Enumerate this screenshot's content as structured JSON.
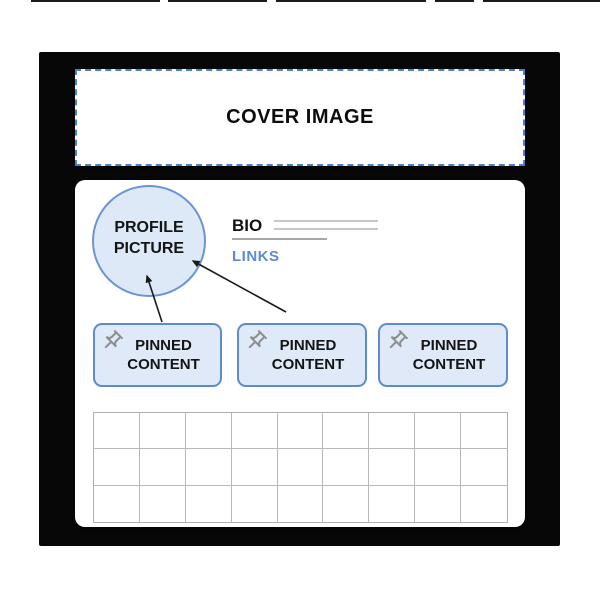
{
  "diagram": {
    "description": "Social profile page layout wireframe",
    "cover": {
      "label": "COVER IMAGE"
    },
    "profile": {
      "label": "PROFILE PICTURE"
    },
    "bio": {
      "label": "BIO",
      "placeholder_lines": 3
    },
    "links": {
      "label": "LINKS"
    },
    "pinned": [
      {
        "label": "PINNED CONTENT",
        "icon": "pushpin-icon"
      },
      {
        "label": "PINNED CONTENT",
        "icon": "pushpin-icon"
      },
      {
        "label": "PINNED CONTENT",
        "icon": "pushpin-icon"
      }
    ],
    "grid": {
      "rows": 3,
      "columns": 9
    },
    "annotations": {
      "arrow_count": 2,
      "arrows_point_to": "PROFILE PICTURE"
    },
    "icons": {
      "pushpin": "tilted outline thumbtack glyph"
    },
    "colors": {
      "frame_black": "#070707",
      "dashed_border_blue": "#4a80d0",
      "shape_border_blue": "#5d8bd0",
      "shape_fill_light_blue": "#dfe9f7",
      "circle_fill": "#dee9f7",
      "link_blue": "#5d8bd2",
      "grid_line_gray": "#b3b3b3",
      "bio_line_gray": "#c7c7c7",
      "pin_icon_gray": "#8d8d8d",
      "text_black": "#141414"
    }
  }
}
